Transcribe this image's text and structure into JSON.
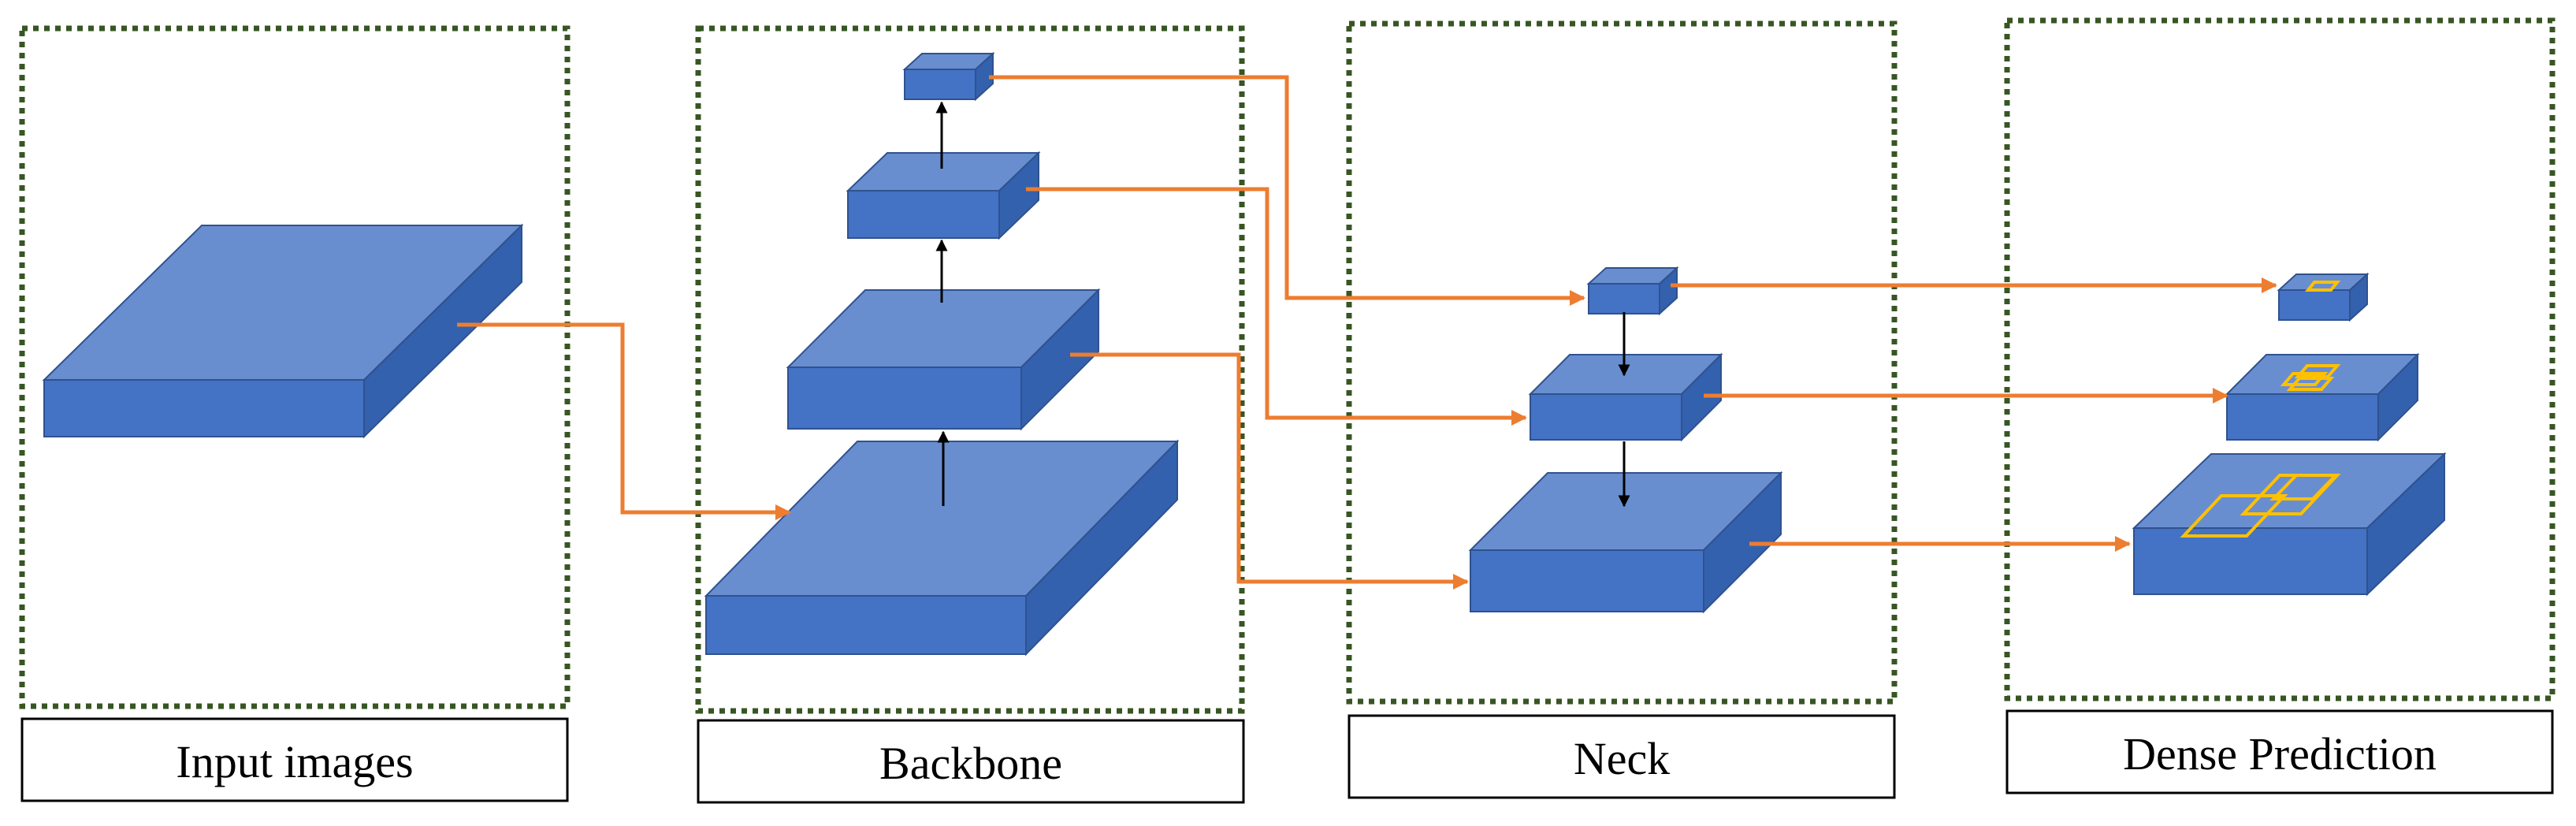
{
  "stages": [
    {
      "id": "input",
      "label": "Input images"
    },
    {
      "id": "backbone",
      "label": "Backbone"
    },
    {
      "id": "neck",
      "label": "Neck"
    },
    {
      "id": "dense",
      "label": "Dense Prediction"
    }
  ],
  "colors": {
    "block_front": "#4472c4",
    "block_top": "#698ed0",
    "block_side": "#3361ad",
    "block_edge": "#2f528f",
    "connector": "#ed7d31",
    "anchor_box": "#ffc000",
    "panel_border": "#375623"
  }
}
